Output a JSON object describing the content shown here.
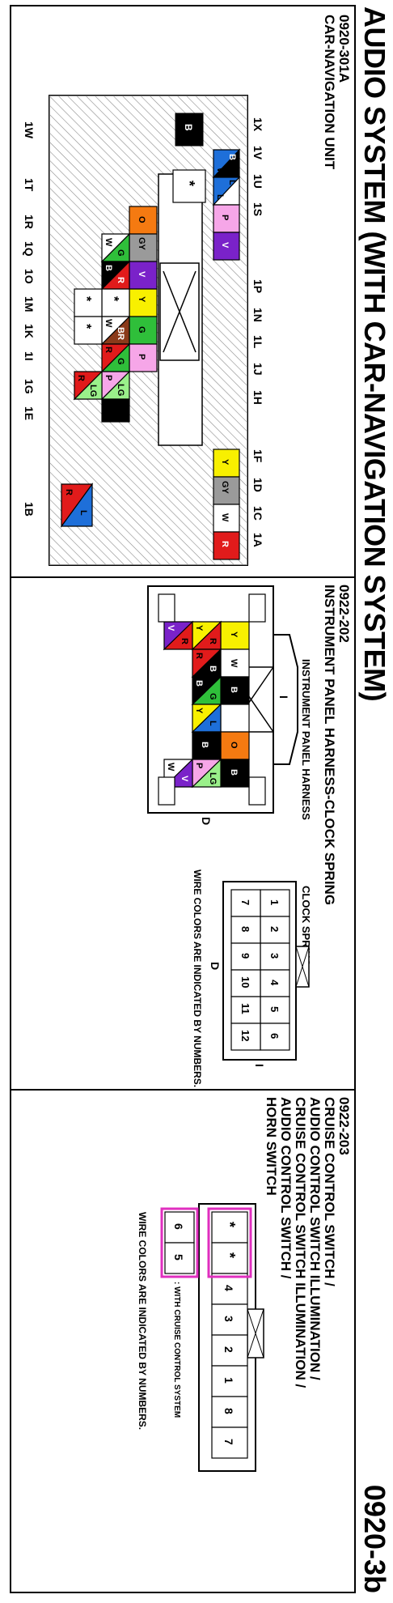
{
  "title": "AUDIO SYSTEM (WITH CAR-NAVIGATION SYSTEM)",
  "page_number": "0920-3b",
  "panel1": {
    "code": "0920-301A",
    "name": "CAR-NAVIGATION UNIT",
    "top_pins": [
      "1X",
      "1V",
      "1U",
      "1S",
      "1P",
      "1N",
      "1L",
      "1J",
      "1H",
      "1F",
      "1D",
      "1C",
      "1A"
    ],
    "bottom_pins": [
      "1W",
      "1T",
      "1R",
      "1Q",
      "1O",
      "1M",
      "1K",
      "1I",
      "1G",
      "1E",
      "1B"
    ],
    "wire_labels": [
      "B",
      "W",
      "L",
      "L",
      "P",
      "V",
      "B",
      "*",
      "O",
      "GY",
      "V",
      "G",
      "W",
      "R",
      "B",
      "*",
      "*",
      "*",
      "Y",
      "BR",
      "W",
      "G",
      "R",
      "P",
      "LG",
      "R",
      "Y",
      "GY",
      "W",
      "R",
      "L",
      "R"
    ],
    "colors": {
      "black": "#000000",
      "blue": "#1e6fd9",
      "pink": "#f6a6e8",
      "violet": "#7a22c9",
      "orange": "#f57a11",
      "gray": "#9a9a9a",
      "green": "#2fbf3a",
      "red": "#e11b1b",
      "yellow": "#f8f000",
      "lightgreen": "#9af08a",
      "brown": "#8b3a1a",
      "white": "#ffffff"
    }
  },
  "panel2": {
    "code": "0922-202",
    "name": "INSTRUMENT PANEL HARNESS-CLOCK SPRING",
    "harness_label": "INSTRUMENT PANEL HARNESS",
    "clock_label": "CLOCK SPRING",
    "side_i": "I",
    "side_d": "D",
    "wire_labels": [
      "Y",
      "R",
      "W",
      "Y",
      "R",
      "B",
      "R",
      "O",
      "B",
      "G",
      "L",
      "Y",
      "B",
      "W",
      "P",
      "B",
      "LG",
      "R",
      "V",
      "W"
    ],
    "clock_pins_top": [
      "1",
      "2",
      "3",
      "4",
      "5",
      "6"
    ],
    "clock_pins_bottom": [
      "7",
      "8",
      "9",
      "10",
      "11",
      "12"
    ],
    "note": "WIRE COLORS ARE INDICATED BY NUMBERS."
  },
  "panel3": {
    "code": "0922-203",
    "name_lines": [
      "CRUISE CONTROL SWITCH /",
      "AUDIO CONTROL SWITCH ILLUMINATION /",
      "CRUISE CONTROL SWITCH ILLUMINATION /",
      "AUDIO CONTROL SWITCH /",
      "HORN SWITCH"
    ],
    "pins_top": [
      "*",
      "*",
      "4",
      "3",
      "2",
      "1",
      "8",
      "7"
    ],
    "pins_bottom": [
      "6",
      "5"
    ],
    "cruise_note": ": WITH CRUISE CONTROL SYSTEM",
    "note": "WIRE COLORS ARE INDICATED BY NUMBERS.",
    "highlight_color": "#e02fbf"
  }
}
